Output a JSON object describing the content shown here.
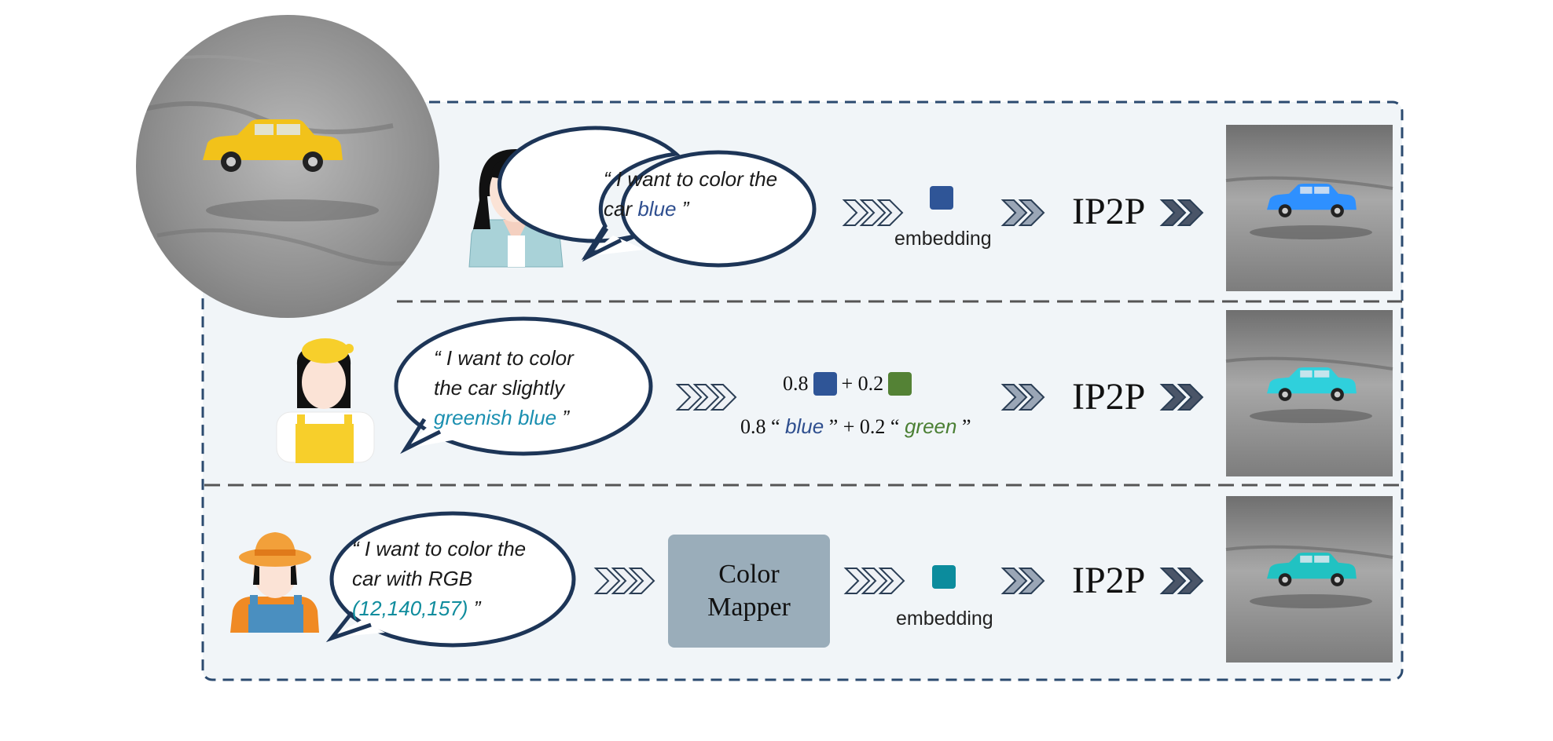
{
  "rows": [
    {
      "quote_open": "“",
      "lines": [
        "I want to color the",
        "car "
      ],
      "highlight": "blue",
      "quote_close": "”",
      "embedding_label": "embedding",
      "model": "IP2P",
      "swatch_color": "#2f5597",
      "result_car_color": "#2e90ff"
    },
    {
      "quote_open": "“",
      "lines": [
        "I want to color",
        "the car slightly"
      ],
      "highlight": "greenish blue",
      "quote_close": "”",
      "mix": {
        "w1": "0.8",
        "plus": "+ 0.2",
        "w1_text": "0.8 “",
        "word1": "blue",
        "mid_text": "” + 0.2 “",
        "word2": "green",
        "end_text": "”",
        "color1": "#2f5597",
        "color2": "#548235"
      },
      "model": "IP2P",
      "result_car_color": "#2fd0dc"
    },
    {
      "quote_open": "“",
      "lines": [
        "I want to color the",
        "car with RGB"
      ],
      "highlight": "(12,140,157)",
      "quote_close": "”",
      "mapper_line1": "Color",
      "mapper_line2": "Mapper",
      "embedding_label": "embedding",
      "model": "IP2P",
      "swatch_color": "#0c8c9d",
      "result_car_color": "#21c2c2"
    }
  ],
  "colors": {
    "border": "#2b4a6f",
    "panel": "#f1f5f8",
    "source_car": "#f2c21a",
    "bubble_outline": "#1d3557",
    "arrow_dark": "#4a5568",
    "arrow_light": "#cfd6e0"
  }
}
